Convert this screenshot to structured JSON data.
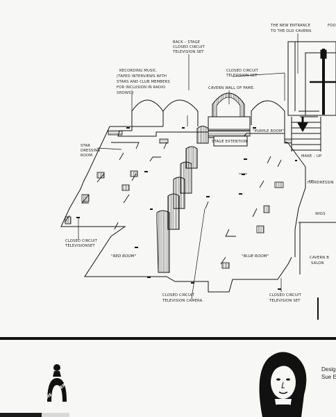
{
  "labels": {
    "new_entrance": "THE NEW ENTRANCE\nTO THE OLD CAVERN.",
    "food": "FOO",
    "back_stage": "BACK – STAGE\nCLOSED CIRCUIT\nTELEVISION SET",
    "recording_music": "RECORDING MUSIC.\n(TAPED INTERVIEWS WITH\nSTARS AND CLUB MEMBERS\nFOR INCLUSION IN RADIO\nSHOWS.)",
    "closed_circuit_top": "CLOSED CIRCUIT\nTELEVISION SET",
    "wall_of_fame": "CAVERN WALL OF FAME.",
    "purple_room": "\"PURPLE ROOM\"",
    "stage_extension": "STAGE EXTENTION",
    "star_dressing": "STAR\nDRESSING\nROOM.",
    "make_up": "MAKE – UP",
    "hairdressing": "HAIRDRESSIN",
    "wigs": "WIGS",
    "closed_circuit_left": "CLOSED CIRCUIT\nTELEVISIONSET",
    "red_room": "\"RED ROOM\"",
    "blue_room": "\"BLUE ROOM\"",
    "cavern_salon": "CAVERN B\nSALON",
    "closed_circuit_camera": "CLOSED CIRCUIT\nTELEVISION CAMERA.",
    "closed_circuit_bottom": "CLOSED CIRCUIT\nTELEVISION SET"
  },
  "logo_text": "THE CAVERN",
  "credit": {
    "line1": "Desig",
    "line2": "Sue E"
  }
}
